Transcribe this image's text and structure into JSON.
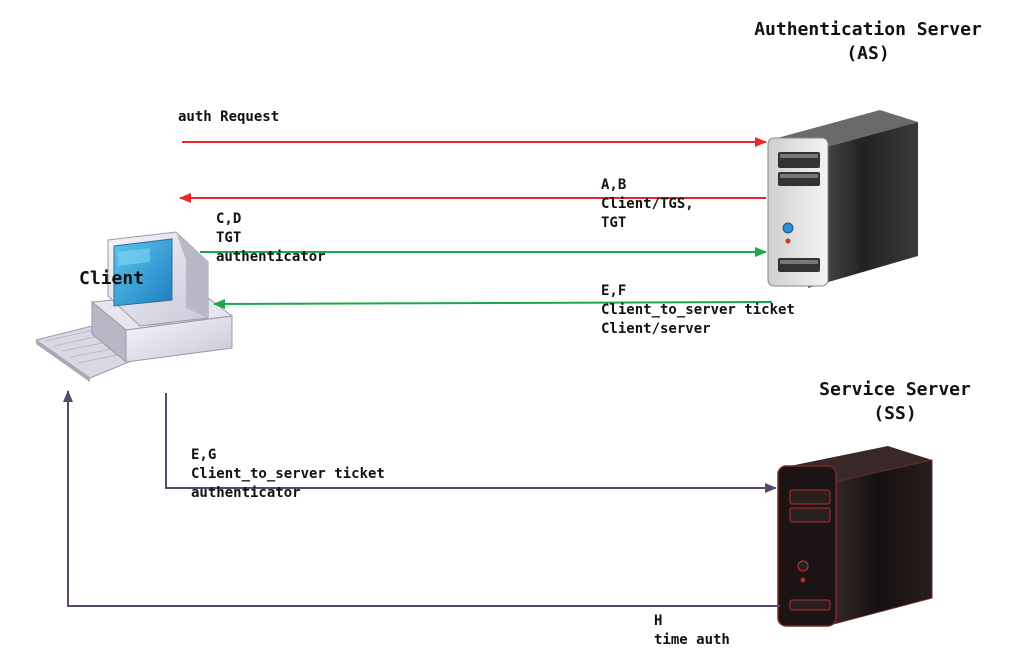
{
  "nodes": {
    "client": {
      "label": "Client"
    },
    "as": {
      "title": "Authentication Server",
      "subtitle": "(AS)"
    },
    "ss": {
      "title": "Service Server",
      "subtitle": "(SS)"
    }
  },
  "messages": {
    "auth_request": {
      "lines": [
        "auth Request"
      ],
      "color": "#e8292b"
    },
    "as_reply": {
      "lines": [
        "A,B",
        "Client/TGS,",
        "TGT"
      ],
      "color": "#e8292b"
    },
    "tgs_request": {
      "lines": [
        "C,D",
        "TGT",
        "authenticator"
      ],
      "color": "#1aa84a"
    },
    "tgs_reply": {
      "lines": [
        "E,F",
        "Client_to_server ticket",
        "Client/server"
      ],
      "color": "#1aa84a"
    },
    "ss_request": {
      "lines": [
        "E,G",
        "Client_to_server ticket",
        "authenticator"
      ],
      "color": "#5a466e"
    },
    "ss_reply": {
      "lines": [
        "H",
        "time auth"
      ],
      "color": "#5a466e"
    }
  }
}
